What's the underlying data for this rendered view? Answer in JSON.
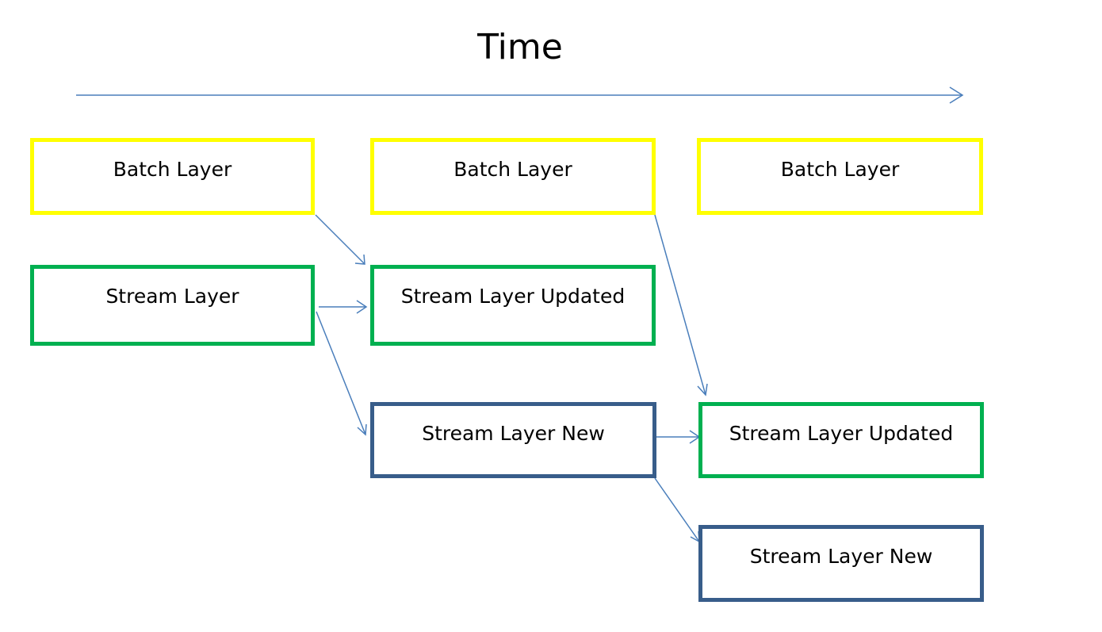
{
  "title": "Time",
  "colors": {
    "arrow": "#4a7ebb",
    "batch_border": "#ffff00",
    "stream_border": "#00b050",
    "new_border": "#385d8a"
  },
  "boxes": {
    "batch_1": "Batch Layer",
    "batch_2": "Batch Layer",
    "batch_3": "Batch Layer",
    "stream_1": "Stream Layer",
    "stream_updated_1": "Stream Layer Updated",
    "stream_new_1": "Stream Layer New",
    "stream_updated_2": "Stream Layer Updated",
    "stream_new_2": "Stream Layer New"
  },
  "connections": [
    {
      "from": "batch_1",
      "to": "stream_updated_1"
    },
    {
      "from": "stream_1",
      "to": "stream_updated_1"
    },
    {
      "from": "stream_1",
      "to": "stream_new_1"
    },
    {
      "from": "batch_2",
      "to": "stream_updated_2"
    },
    {
      "from": "stream_new_1",
      "to": "stream_updated_2"
    },
    {
      "from": "stream_new_1",
      "to": "stream_new_2"
    }
  ]
}
